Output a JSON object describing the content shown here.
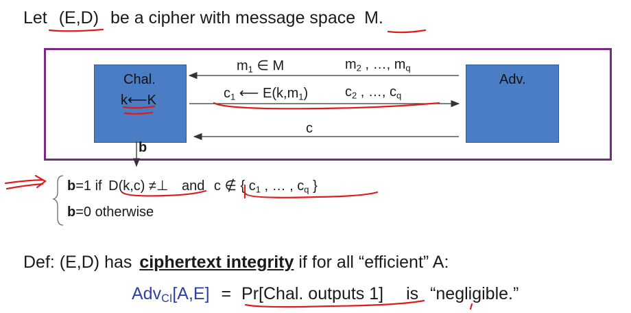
{
  "title": {
    "let": "Let",
    "scheme": "(E,D)",
    "middle": "be a cipher with message space",
    "space": "M."
  },
  "diagram": {
    "chal_label": "Chal.",
    "chal_key": "k⟵K",
    "adv_label": "Adv.",
    "row1_left": "m",
    "row1_left_sub": "1",
    "row1_left_rest": " ∈ M",
    "row1_right": "m",
    "row1_right_sub": "2",
    "row1_right_mid": " , …, m",
    "row1_right_sub2": "q",
    "row2_left_pre": "c",
    "row2_left_sub": "1",
    "row2_left_mid": " ⟵ E(k,m",
    "row2_left_sub2": "1",
    "row2_left_end": ")",
    "row2_right": "c",
    "row2_right_sub": "2",
    "row2_right_mid": " , …, c",
    "row2_right_sub2": "q",
    "row3": "c",
    "output_b": "b"
  },
  "conditions": {
    "b1_b": "b",
    "b1_eq": "=1  if",
    "b1_cond": "D(k,c) ≠⊥",
    "b1_and": "and",
    "b1_set_pre": "c  ∉  { c",
    "b1_set_sub1": "1",
    "b1_set_mid": " , … , c",
    "b1_set_sub2": "q",
    "b1_set_end": " }",
    "b0_b": "b",
    "b0_rest": "=0  otherwise"
  },
  "definition": {
    "def_pre": "Def:  (E,D)  has",
    "def_term": "ciphertext integrity",
    "def_post": "if for all “efficient” A:",
    "adv": "Adv",
    "adv_sub": "CI",
    "adv_args": "[A,E]",
    "eq": "=",
    "pr": "Pr[Chal. outputs 1]",
    "is": "is",
    "neg": "“negligible.”"
  },
  "colors": {
    "box": "#4a7dc4",
    "frame": "#7a2a86",
    "annotation": "#e01b1b",
    "adv_text": "#2f3ea8"
  }
}
